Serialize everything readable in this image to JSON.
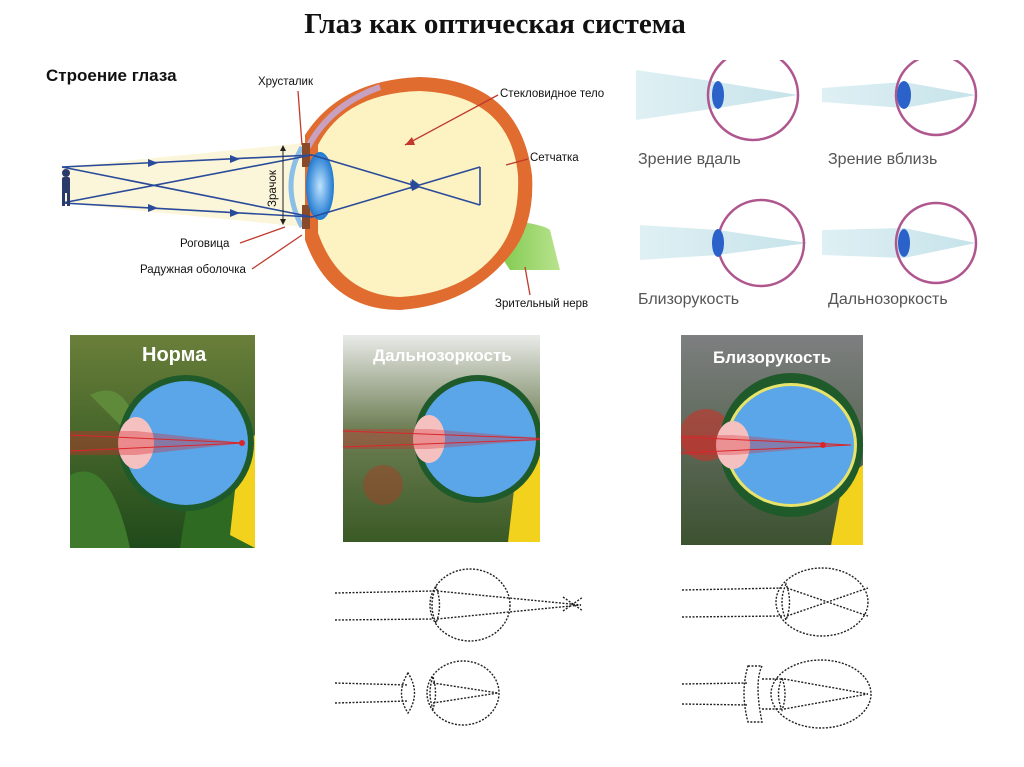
{
  "title": "Глаз как оптическая система",
  "anatomy": {
    "heading": "Строение глаза",
    "labels": {
      "lens": "Хрусталик",
      "vitreous": "Стекловидное тело",
      "retina": "Сетчатка",
      "pupil": "Зрачок",
      "cornea": "Роговица",
      "iris": "Радужная оболочка",
      "optic_nerve": "Зрительный нерв"
    }
  },
  "vision_captions": {
    "far": "Зрение вдаль",
    "near": "Зрение вблизь",
    "myopia": "Близорукость",
    "hyperopia": "Дальнозоркость"
  },
  "photo_titles": {
    "normal": "Норма",
    "hyperopia": "Дальнозоркость",
    "myopia": "Близорукость"
  },
  "colors": {
    "eyeball_fill": "#5aa6e8",
    "sclera_ring": "#1f5a2a",
    "nerve": "#f2d21c",
    "ray": "#d9262b",
    "outer_ring": "#b0568f",
    "anatomy_wall": "#e87a3a",
    "anatomy_inner": "#fdf3c2",
    "lens_blue": "#3d8fd9"
  },
  "icons": {
    "person": "standing-person-silhouette-icon"
  }
}
